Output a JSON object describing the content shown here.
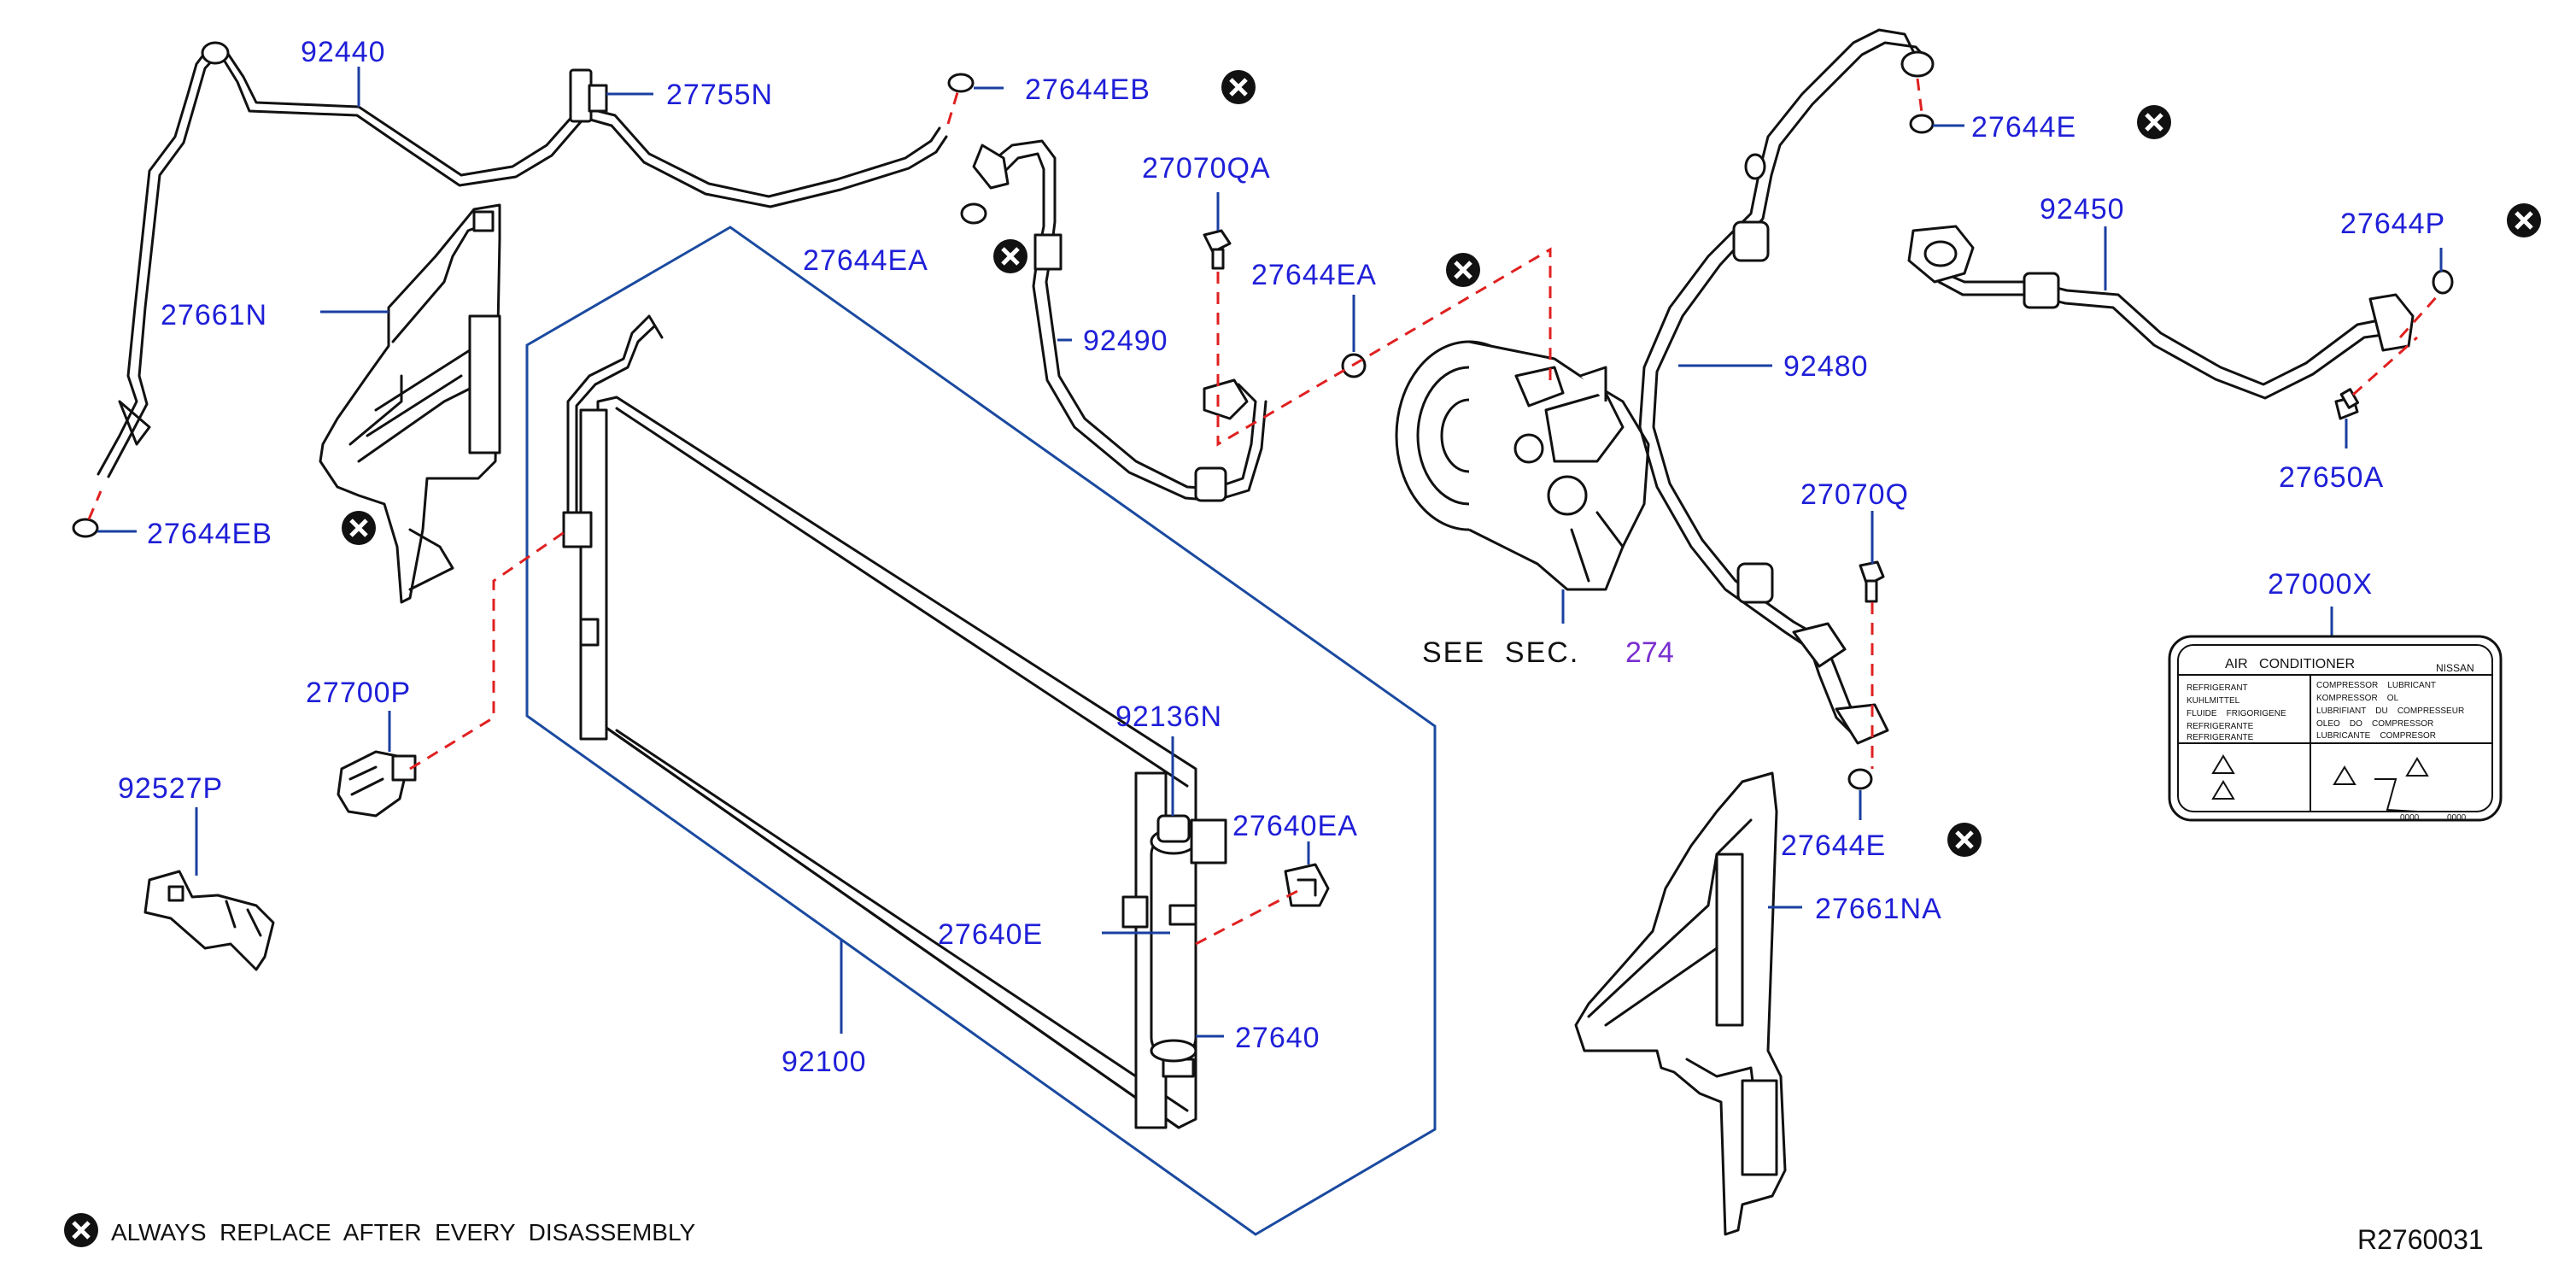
{
  "callouts": {
    "p92440": "92440",
    "p27755N": "27755N",
    "p27644EB_top": "27644EB",
    "p27644EB_left": "27644EB",
    "p27661N": "27661N",
    "p27644EA_a": "27644EA",
    "p27070QA": "27070QA",
    "p27644EA_b": "27644EA",
    "p92490": "92490",
    "p27700P": "27700P",
    "p92527P": "92527P",
    "p92136N": "92136N",
    "p27640EA": "27640EA",
    "p27640E": "27640E",
    "p27640": "27640",
    "p92100": "92100",
    "p27644E_top": "27644E",
    "p92480": "92480",
    "p27070Q": "27070Q",
    "p27644E_bottom": "27644E",
    "p27661NA": "27661NA",
    "p92450": "92450",
    "p27644P": "27644P",
    "p27650A": "27650A",
    "p27000X": "27000X"
  },
  "see_section": {
    "prefix": "SEE  SEC.",
    "number": "274",
    "number_color": "#7a2fd0"
  },
  "legend": {
    "text": "ALWAYS  REPLACE  AFTER  EVERY  DISASSEMBLY",
    "icon": "replace-mark-icon"
  },
  "diagram_id": "R2760031",
  "label_card": {
    "title": "AIR   CONDITIONER",
    "brand": "NISSAN",
    "left_lines": [
      "REFRIGERANT",
      "KUHLMITTEL",
      "FLUIDE    FRIGORIGENE",
      "REFRIGERANTE",
      "REFRIGERANTE"
    ],
    "right_lines": [
      "COMPRESSOR    LUBRICANT",
      "KOMPRESSOR    OL",
      "LUBRIFIANT    DU    COMPRESSEUR",
      "OLEO    DO    COMPRESSOR",
      "LUBRICANTE    COMPRESOR"
    ],
    "codes": [
      "0000",
      "0000"
    ]
  },
  "colors": {
    "callout": "#1f1fd8",
    "leader": "#1a3fa0",
    "dashed": "#e02020",
    "parts": "#111111"
  }
}
